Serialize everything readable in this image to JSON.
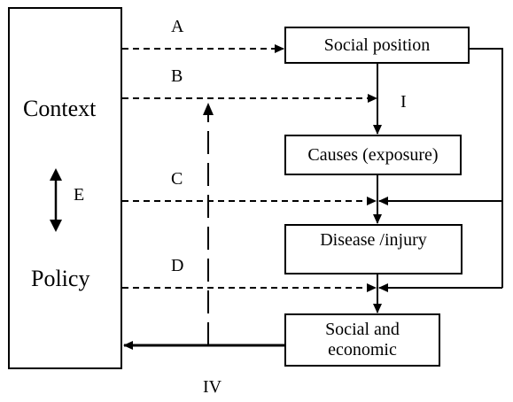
{
  "left_box": {
    "top_label": "Context",
    "bottom_label": "Policy",
    "arrow_label": "E"
  },
  "pathway_labels": {
    "a": "A",
    "b": "B",
    "c": "C",
    "d": "D"
  },
  "stage_labels": {
    "i": "I",
    "iv": "IV"
  },
  "boxes": {
    "social_position": "Social position",
    "causes": "Causes (exposure)",
    "disease": "Disease /injury",
    "consequences_line1": "Social and",
    "consequences_line2": "economic"
  },
  "colors": {
    "stroke": "#000000",
    "background": "#ffffff"
  }
}
